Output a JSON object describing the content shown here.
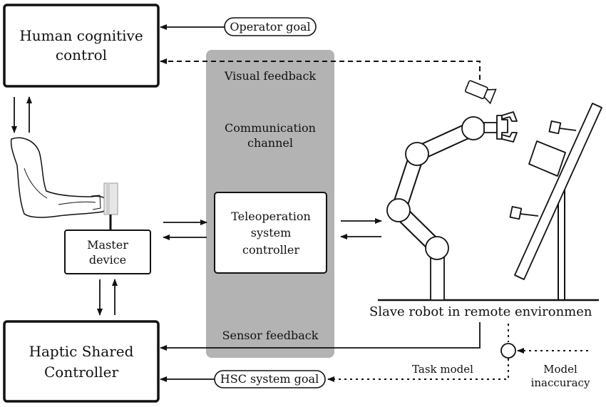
{
  "blocks": {
    "human_control": [
      "Human cognitive",
      "control"
    ],
    "haptic_controller": [
      "Haptic Shared",
      "Controller"
    ],
    "master_device": [
      "Master",
      "device"
    ],
    "teleop_controller": [
      "Teleoperation",
      "system",
      "controller"
    ]
  },
  "channel": {
    "title": [
      "Communication",
      "channel"
    ],
    "visual_feedback": "Visual feedback",
    "sensor_feedback": "Sensor feedback"
  },
  "goals": {
    "operator": "Operator goal",
    "hsc": "HSC system goal"
  },
  "environment": {
    "slave_robot": "Slave robot in remote environmen",
    "task_model": "Task model",
    "model_inaccuracy": [
      "Model",
      "inaccuracy"
    ]
  },
  "colors": {
    "channel_fill": "#b3b3b3",
    "stroke": "#111111",
    "background": "#ffffff"
  },
  "icons": [
    "human-arm-icon",
    "camera-icon",
    "robot-arm-icon",
    "gripper-icon",
    "workpiece-panel-icon"
  ]
}
